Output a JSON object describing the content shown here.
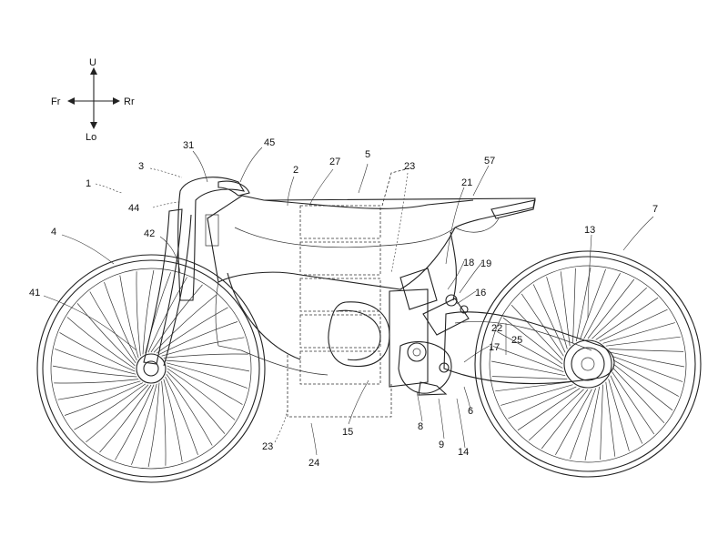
{
  "directions": {
    "up": "U",
    "low": "Lo",
    "front": "Fr",
    "rear": "Rr"
  },
  "labels": [
    {
      "id": "ref-1",
      "text": "1"
    },
    {
      "id": "ref-2",
      "text": "2"
    },
    {
      "id": "ref-3",
      "text": "3"
    },
    {
      "id": "ref-4",
      "text": "4"
    },
    {
      "id": "ref-5",
      "text": "5"
    },
    {
      "id": "ref-6",
      "text": "6"
    },
    {
      "id": "ref-7",
      "text": "7"
    },
    {
      "id": "ref-8",
      "text": "8"
    },
    {
      "id": "ref-9",
      "text": "9"
    },
    {
      "id": "ref-13",
      "text": "13"
    },
    {
      "id": "ref-14",
      "text": "14"
    },
    {
      "id": "ref-15",
      "text": "15"
    },
    {
      "id": "ref-16",
      "text": "16"
    },
    {
      "id": "ref-17",
      "text": "17"
    },
    {
      "id": "ref-18",
      "text": "18"
    },
    {
      "id": "ref-19",
      "text": "19"
    },
    {
      "id": "ref-21",
      "text": "21"
    },
    {
      "id": "ref-22",
      "text": "22"
    },
    {
      "id": "ref-23-top",
      "text": "23"
    },
    {
      "id": "ref-23-bottom",
      "text": "23"
    },
    {
      "id": "ref-24",
      "text": "24"
    },
    {
      "id": "ref-25",
      "text": "25"
    },
    {
      "id": "ref-27",
      "text": "27"
    },
    {
      "id": "ref-31",
      "text": "31"
    },
    {
      "id": "ref-41",
      "text": "41"
    },
    {
      "id": "ref-42",
      "text": "42"
    },
    {
      "id": "ref-44",
      "text": "44"
    },
    {
      "id": "ref-45",
      "text": "45"
    },
    {
      "id": "ref-57",
      "text": "57"
    }
  ]
}
